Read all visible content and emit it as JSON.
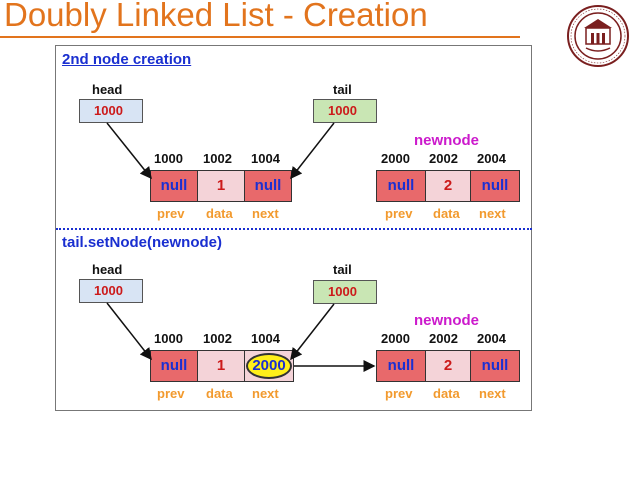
{
  "slide_title": "Doubly Linked List - Creation",
  "colors": {
    "title": "#e2741d",
    "section": "#1a2fd0",
    "null_cell": "#e8696b",
    "data_cell": "#f4d3d8",
    "newnode": "#cc1acc",
    "field": "#f29a2e",
    "highlight": "#ffef1a"
  },
  "logo_icon": "university-seal-icon",
  "top": {
    "section_title": "2nd node creation",
    "head": {
      "label": "head",
      "value": "1000"
    },
    "tail": {
      "label": "tail",
      "value": "1000"
    },
    "newnode_label": "newnode",
    "node1": {
      "addrs": [
        "1000",
        "1002",
        "1004"
      ],
      "prev": "null",
      "data": "1",
      "next": "null"
    },
    "node2": {
      "addrs": [
        "2000",
        "2002",
        "2004"
      ],
      "prev": "null",
      "data": "2",
      "next": "null"
    },
    "fields": [
      "prev",
      "data",
      "next"
    ]
  },
  "bottom": {
    "section_title": "tail.setNode(newnode)",
    "head": {
      "label": "head",
      "value": "1000"
    },
    "tail": {
      "label": "tail",
      "value": "1000"
    },
    "newnode_label": "newnode",
    "node1": {
      "addrs": [
        "1000",
        "1002",
        "1004"
      ],
      "prev": "null",
      "data": "1",
      "next": "2000"
    },
    "node2": {
      "addrs": [
        "2000",
        "2002",
        "2004"
      ],
      "prev": "null",
      "data": "2",
      "next": "null"
    },
    "fields": [
      "prev",
      "data",
      "next"
    ]
  }
}
